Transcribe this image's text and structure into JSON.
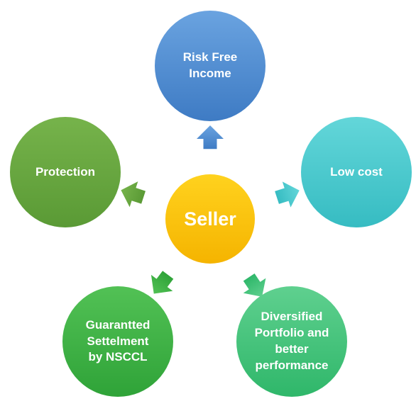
{
  "center": {
    "label": "Seller",
    "color_top": "#FFD21E",
    "color_bottom": "#F5B400"
  },
  "nodes": [
    {
      "id": "risk-free-income",
      "label": "Risk Free\nIncome",
      "color_top": "#6AA3E0",
      "color_bottom": "#3E7BC4"
    },
    {
      "id": "low-cost",
      "label": "Low cost",
      "color_top": "#63D6D9",
      "color_bottom": "#36BCC2"
    },
    {
      "id": "diversified-portfolio",
      "label": "Diversified\nPortfolio and\nbetter\nperformance",
      "color_top": "#5FD08F",
      "color_bottom": "#2FB76A"
    },
    {
      "id": "guaranteed-settlement",
      "label": "Guarantted\nSettelment\nby NSCCL",
      "color_top": "#52C155",
      "color_bottom": "#2FA338"
    },
    {
      "id": "protection",
      "label": "Protection",
      "color_top": "#76B34B",
      "color_bottom": "#5A9A35"
    }
  ]
}
